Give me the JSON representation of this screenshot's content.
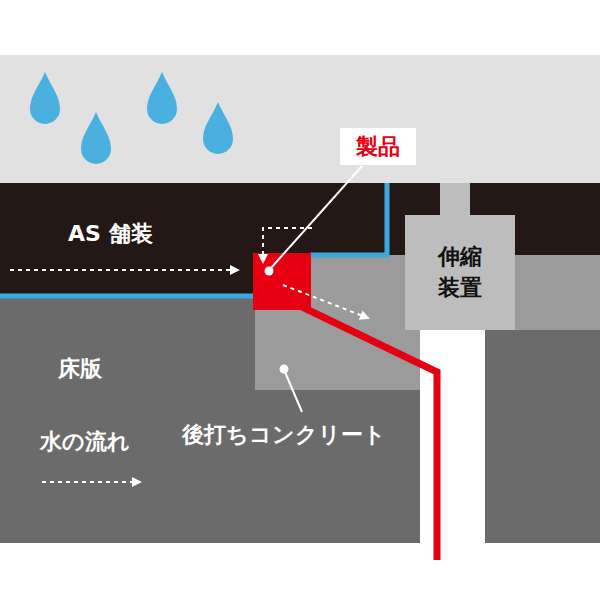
{
  "diagram": {
    "nodes": [
      {
        "text": [
          "製品"
        ]
      },
      {
        "text": [
          "伸縮装置"
        ]
      }
    ],
    "labels": [
      "AS 舗装",
      "床版",
      "後打ちコンクリート",
      "水の流れ"
    ]
  }
}
